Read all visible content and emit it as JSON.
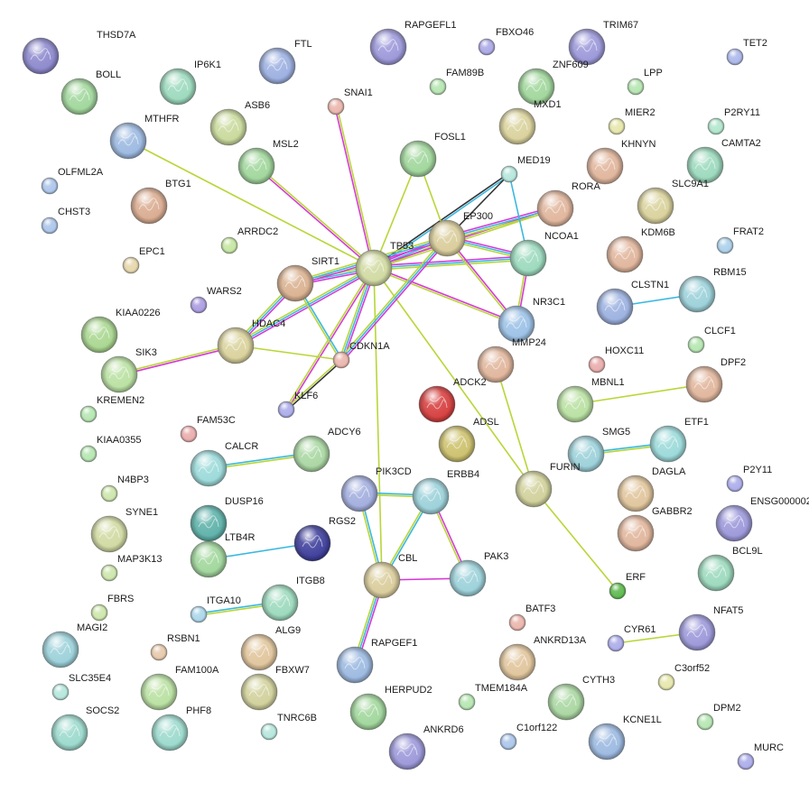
{
  "nodes": [
    {
      "id": "THSD7A",
      "label": "THSD7A",
      "color": "#8a86cc",
      "size": "large"
    },
    {
      "id": "BOLL",
      "label": "BOLL",
      "color": "#9fd69a",
      "size": "large"
    },
    {
      "id": "IP6K1",
      "label": "IP6K1",
      "color": "#9ad9bc",
      "size": "large"
    },
    {
      "id": "FTL",
      "label": "FTL",
      "color": "#9aaee0",
      "size": "large"
    },
    {
      "id": "RAPGEFL1",
      "label": "RAPGEFL1",
      "color": "#9a96d9",
      "size": "large"
    },
    {
      "id": "FBXO46",
      "label": "FBXO46",
      "color": "#aaa6e6",
      "size": "small"
    },
    {
      "id": "TRIM67",
      "label": "TRIM67",
      "color": "#9a96d9",
      "size": "large"
    },
    {
      "id": "TET2",
      "label": "TET2",
      "color": "#aab6ea",
      "size": "small"
    },
    {
      "id": "FAM89B",
      "label": "FAM89B",
      "color": "#b4e6b0",
      "size": "small"
    },
    {
      "id": "ZNF609",
      "label": "ZNF609",
      "color": "#9fd69a",
      "size": "large"
    },
    {
      "id": "LPP",
      "label": "LPP",
      "color": "#b4e6b0",
      "size": "small"
    },
    {
      "id": "SNAI1",
      "label": "SNAI1",
      "color": "#eab4aa",
      "size": "small"
    },
    {
      "id": "ASB6",
      "label": "ASB6",
      "color": "#c8d99a",
      "size": "large"
    },
    {
      "id": "MTHFR",
      "label": "MTHFR",
      "color": "#9ab8e0",
      "size": "large"
    },
    {
      "id": "MXD1",
      "label": "MXD1",
      "color": "#d9d19a",
      "size": "large"
    },
    {
      "id": "MIER2",
      "label": "MIER2",
      "color": "#e6e6aa",
      "size": "small"
    },
    {
      "id": "P2RY11",
      "label": "P2RY11",
      "color": "#b0e6cc",
      "size": "small"
    },
    {
      "id": "MSL2",
      "label": "MSL2",
      "color": "#9fd69a",
      "size": "large"
    },
    {
      "id": "FOSL1",
      "label": "FOSL1",
      "color": "#9fd69a",
      "size": "large"
    },
    {
      "id": "KHNYN",
      "label": "KHNYN",
      "color": "#e0b49a",
      "size": "large"
    },
    {
      "id": "CAMTA2",
      "label": "CAMTA2",
      "color": "#9ad9bc",
      "size": "large"
    },
    {
      "id": "OLFML2A",
      "label": "OLFML2A",
      "color": "#aac4ea",
      "size": "small"
    },
    {
      "id": "MED19",
      "label": "MED19",
      "color": "#b4e6dc",
      "size": "small"
    },
    {
      "id": "BTG1",
      "label": "BTG1",
      "color": "#d9aa8e",
      "size": "large"
    },
    {
      "id": "SLC9A1",
      "label": "SLC9A1",
      "color": "#d9d19a",
      "size": "large"
    },
    {
      "id": "RORA",
      "label": "RORA",
      "color": "#e0b49a",
      "size": "large"
    },
    {
      "id": "EP300",
      "label": "EP300",
      "color": "#d9cc9a",
      "size": "large"
    },
    {
      "id": "CHST3",
      "label": "CHST3",
      "color": "#aac4ea",
      "size": "small"
    },
    {
      "id": "ARRDC2",
      "label": "ARRDC2",
      "color": "#c4e6a0",
      "size": "small"
    },
    {
      "id": "KDM6B",
      "label": "KDM6B",
      "color": "#e0b49a",
      "size": "large"
    },
    {
      "id": "FRAT2",
      "label": "FRAT2",
      "color": "#aad0ea",
      "size": "small"
    },
    {
      "id": "TP53",
      "label": "TP53",
      "color": "#d0d9a0",
      "size": "large"
    },
    {
      "id": "NCOA1",
      "label": "NCOA1",
      "color": "#9ad9bc",
      "size": "large"
    },
    {
      "id": "EPC1",
      "label": "EPC1",
      "color": "#e6d6aa",
      "size": "small"
    },
    {
      "id": "SIRT1",
      "label": "SIRT1",
      "color": "#d9b08e",
      "size": "large"
    },
    {
      "id": "RBM15",
      "label": "RBM15",
      "color": "#9ad0d9",
      "size": "large"
    },
    {
      "id": "WARS2",
      "label": "WARS2",
      "color": "#a99ae0",
      "size": "small"
    },
    {
      "id": "CLSTN1",
      "label": "CLSTN1",
      "color": "#9ab0e0",
      "size": "large"
    },
    {
      "id": "NR3C1",
      "label": "NR3C1",
      "color": "#9ac0e6",
      "size": "large"
    },
    {
      "id": "KIAA0226",
      "label": "KIAA0226",
      "color": "#a8d68e",
      "size": "large"
    },
    {
      "id": "HDAC4",
      "label": "HDAC4",
      "color": "#d9d19a",
      "size": "large"
    },
    {
      "id": "CDKN1A",
      "label": "CDKN1A",
      "color": "#eab4aa",
      "size": "small"
    },
    {
      "id": "MMP24",
      "label": "MMP24",
      "color": "#e0b49a",
      "size": "large"
    },
    {
      "id": "CLCF1",
      "label": "CLCF1",
      "color": "#b4e6b0",
      "size": "small"
    },
    {
      "id": "SIK3",
      "label": "SIK3",
      "color": "#b8e0a0",
      "size": "large"
    },
    {
      "id": "HOXC11",
      "label": "HOXC11",
      "color": "#eaaaaa",
      "size": "small"
    },
    {
      "id": "DPF2",
      "label": "DPF2",
      "color": "#e0b49a",
      "size": "large"
    },
    {
      "id": "ADCK2",
      "label": "ADCK2",
      "color": "#d63a3a",
      "size": "large"
    },
    {
      "id": "KLF6",
      "label": "KLF6",
      "color": "#aaaaea",
      "size": "small"
    },
    {
      "id": "MBNL1",
      "label": "MBNL1",
      "color": "#b8e0a0",
      "size": "large"
    },
    {
      "id": "KREMEN2",
      "label": "KREMEN2",
      "color": "#b4e6b0",
      "size": "small"
    },
    {
      "id": "FAM53C",
      "label": "FAM53C",
      "color": "#eaaaaa",
      "size": "small"
    },
    {
      "id": "ADSL",
      "label": "ADSL",
      "color": "#ccc06a",
      "size": "large"
    },
    {
      "id": "ETF1",
      "label": "ETF1",
      "color": "#9ad9d9",
      "size": "large"
    },
    {
      "id": "KIAA0355",
      "label": "KIAA0355",
      "color": "#b4e6b0",
      "size": "small"
    },
    {
      "id": "ADCY6",
      "label": "ADCY6",
      "color": "#a8d6a0",
      "size": "large"
    },
    {
      "id": "SMG5",
      "label": "SMG5",
      "color": "#9ad0d9",
      "size": "large"
    },
    {
      "id": "CALCR",
      "label": "CALCR",
      "color": "#9ad9d9",
      "size": "large"
    },
    {
      "id": "DAGLA",
      "label": "DAGLA",
      "color": "#e0c49a",
      "size": "large"
    },
    {
      "id": "P2Y11",
      "label": "P2Y11",
      "color": "#aaaaea",
      "size": "small"
    },
    {
      "id": "PIK3CD",
      "label": "PIK3CD",
      "color": "#a0acdd",
      "size": "large"
    },
    {
      "id": "ERBB4",
      "label": "ERBB4",
      "color": "#9ad0d9",
      "size": "large"
    },
    {
      "id": "FURIN",
      "label": "FURIN",
      "color": "#d0d09a",
      "size": "large"
    },
    {
      "id": "N4BP3",
      "label": "N4BP3",
      "color": "#cce6aa",
      "size": "small"
    },
    {
      "id": "DUSP16",
      "label": "DUSP16",
      "color": "#5ab0a8",
      "size": "large"
    },
    {
      "id": "ENSG00000",
      "label": "ENSG000002",
      "color": "#9a96d9",
      "size": "large"
    },
    {
      "id": "SYNE1",
      "label": "SYNE1",
      "color": "#d0d9a0",
      "size": "large"
    },
    {
      "id": "RGS2",
      "label": "RGS2",
      "color": "#3a3a9a",
      "size": "large"
    },
    {
      "id": "GABBR2",
      "label": "GABBR2",
      "color": "#e0b49a",
      "size": "large"
    },
    {
      "id": "LTB4R",
      "label": "LTB4R",
      "color": "#9fd69a",
      "size": "large"
    },
    {
      "id": "BCL9L",
      "label": "BCL9L",
      "color": "#9ad9bc",
      "size": "large"
    },
    {
      "id": "MAP3K13",
      "label": "MAP3K13",
      "color": "#cce6aa",
      "size": "small"
    },
    {
      "id": "PAK3",
      "label": "PAK3",
      "color": "#9ad0d9",
      "size": "large"
    },
    {
      "id": "ERF",
      "label": "ERF",
      "color": "#5ab84a",
      "size": "small"
    },
    {
      "id": "CBL",
      "label": "CBL",
      "color": "#d9cc9a",
      "size": "large"
    },
    {
      "id": "ITGB8",
      "label": "ITGB8",
      "color": "#9ad9bc",
      "size": "large"
    },
    {
      "id": "FBRS",
      "label": "FBRS",
      "color": "#cce6aa",
      "size": "small"
    },
    {
      "id": "ITGA10",
      "label": "ITGA10",
      "color": "#aad6ea",
      "size": "small"
    },
    {
      "id": "BATF3",
      "label": "BATF3",
      "color": "#eab4aa",
      "size": "small"
    },
    {
      "id": "CYR61",
      "label": "CYR61",
      "color": "#aaaaea",
      "size": "small"
    },
    {
      "id": "NFAT5",
      "label": "NFAT5",
      "color": "#9a96d9",
      "size": "large"
    },
    {
      "id": "MAGI2",
      "label": "MAGI2",
      "color": "#9ad0d9",
      "size": "large"
    },
    {
      "id": "RSBN1",
      "label": "RSBN1",
      "color": "#e6c8aa",
      "size": "small"
    },
    {
      "id": "ALG9",
      "label": "ALG9",
      "color": "#e0c49a",
      "size": "large"
    },
    {
      "id": "RAPGEF1",
      "label": "RAPGEF1",
      "color": "#9ab8e0",
      "size": "large"
    },
    {
      "id": "ANKRD13A",
      "label": "ANKRD13A",
      "color": "#e0c49a",
      "size": "large"
    },
    {
      "id": "C3orf52",
      "label": "C3orf52",
      "color": "#e6e6aa",
      "size": "small"
    },
    {
      "id": "FAM100A",
      "label": "FAM100A",
      "color": "#b8e0a0",
      "size": "large"
    },
    {
      "id": "FBXW7",
      "label": "FBXW7",
      "color": "#d0d09a",
      "size": "large"
    },
    {
      "id": "SLC35E4",
      "label": "SLC35E4",
      "color": "#b4e6dc",
      "size": "small"
    },
    {
      "id": "HERPUD2",
      "label": "HERPUD2",
      "color": "#9fd69a",
      "size": "large"
    },
    {
      "id": "TMEM184A",
      "label": "TMEM184A",
      "color": "#b4e6b0",
      "size": "small"
    },
    {
      "id": "CYTH3",
      "label": "CYTH3",
      "color": "#a8d6a0",
      "size": "large"
    },
    {
      "id": "DPM2",
      "label": "DPM2",
      "color": "#b4e6b0",
      "size": "small"
    },
    {
      "id": "SOCS2",
      "label": "SOCS2",
      "color": "#9ad9cc",
      "size": "large"
    },
    {
      "id": "PHF8",
      "label": "PHF8",
      "color": "#9ad9cc",
      "size": "large"
    },
    {
      "id": "TNRC6B",
      "label": "TNRC6B",
      "color": "#b4e6dc",
      "size": "small"
    },
    {
      "id": "ANKRD6",
      "label": "ANKRD6",
      "color": "#9a96d9",
      "size": "large"
    },
    {
      "id": "C1orf122",
      "label": "C1orf122",
      "color": "#aac4ea",
      "size": "small"
    },
    {
      "id": "KCNE1L",
      "label": "KCNE1L",
      "color": "#9ab8e0",
      "size": "large"
    },
    {
      "id": "MURC",
      "label": "MURC",
      "color": "#aaaaea",
      "size": "small"
    }
  ],
  "edge_colors": {
    "experiments": "#d63ad6",
    "databases": "#3ab8e0",
    "textmining": "#b8d638",
    "coexpression": "#333333"
  },
  "edges": [
    {
      "a": "TP53",
      "b": "MTHFR",
      "types": [
        "textmining"
      ]
    },
    {
      "a": "TP53",
      "b": "SNAI1",
      "types": [
        "experiments",
        "textmining"
      ]
    },
    {
      "a": "TP53",
      "b": "MSL2",
      "types": [
        "experiments",
        "textmining"
      ]
    },
    {
      "a": "TP53",
      "b": "FOSL1",
      "types": [
        "textmining"
      ]
    },
    {
      "a": "TP53",
      "b": "EP300",
      "types": [
        "experiments",
        "databases",
        "textmining"
      ]
    },
    {
      "a": "TP53",
      "b": "MED19",
      "types": [
        "coexpression",
        "databases"
      ]
    },
    {
      "a": "TP53",
      "b": "RORA",
      "types": [
        "experiments",
        "textmining"
      ]
    },
    {
      "a": "TP53",
      "b": "NCOA1",
      "types": [
        "experiments",
        "databases",
        "textmining"
      ]
    },
    {
      "a": "TP53",
      "b": "NR3C1",
      "types": [
        "experiments",
        "textmining"
      ]
    },
    {
      "a": "TP53",
      "b": "SIRT1",
      "types": [
        "experiments",
        "databases",
        "textmining"
      ]
    },
    {
      "a": "TP53",
      "b": "HDAC4",
      "types": [
        "experiments",
        "databases",
        "textmining"
      ]
    },
    {
      "a": "TP53",
      "b": "CDKN1A",
      "types": [
        "experiments",
        "databases",
        "textmining"
      ]
    },
    {
      "a": "TP53",
      "b": "KLF6",
      "types": [
        "experiments",
        "textmining"
      ]
    },
    {
      "a": "TP53",
      "b": "FURIN",
      "types": [
        "textmining"
      ]
    },
    {
      "a": "TP53",
      "b": "CBL",
      "types": [
        "textmining"
      ]
    },
    {
      "a": "EP300",
      "b": "SIRT1",
      "types": [
        "experiments",
        "databases",
        "textmining"
      ]
    },
    {
      "a": "EP300",
      "b": "NCOA1",
      "types": [
        "experiments",
        "databases",
        "textmining"
      ]
    },
    {
      "a": "EP300",
      "b": "RORA",
      "types": [
        "experiments",
        "databases",
        "textmining"
      ]
    },
    {
      "a": "EP300",
      "b": "NR3C1",
      "types": [
        "experiments",
        "textmining"
      ]
    },
    {
      "a": "EP300",
      "b": "CDKN1A",
      "types": [
        "experiments",
        "databases",
        "textmining"
      ]
    },
    {
      "a": "EP300",
      "b": "FOSL1",
      "types": [
        "textmining"
      ]
    },
    {
      "a": "EP300",
      "b": "MED19",
      "types": [
        "coexpression"
      ]
    },
    {
      "a": "MED19",
      "b": "NCOA1",
      "types": [
        "databases"
      ]
    },
    {
      "a": "NCOA1",
      "b": "NR3C1",
      "types": [
        "experiments",
        "textmining"
      ]
    },
    {
      "a": "SIRT1",
      "b": "HDAC4",
      "types": [
        "experiments",
        "databases",
        "textmining"
      ]
    },
    {
      "a": "SIRT1",
      "b": "CDKN1A",
      "types": [
        "databases",
        "textmining"
      ]
    },
    {
      "a": "HDAC4",
      "b": "CDKN1A",
      "types": [
        "textmining"
      ]
    },
    {
      "a": "HDAC4",
      "b": "SIK3",
      "types": [
        "experiments",
        "textmining"
      ]
    },
    {
      "a": "CDKN1A",
      "b": "KLF6",
      "types": [
        "coexpression",
        "textmining"
      ]
    },
    {
      "a": "MMP24",
      "b": "FURIN",
      "types": [
        "textmining"
      ]
    },
    {
      "a": "FURIN",
      "b": "ERF",
      "types": [
        "textmining"
      ]
    },
    {
      "a": "CLSTN1",
      "b": "RBM15",
      "types": [
        "databases"
      ]
    },
    {
      "a": "MBNL1",
      "b": "DPF2",
      "types": [
        "textmining"
      ]
    },
    {
      "a": "SMG5",
      "b": "ETF1",
      "types": [
        "databases",
        "textmining"
      ]
    },
    {
      "a": "CALCR",
      "b": "ADCY6",
      "types": [
        "databases",
        "textmining"
      ]
    },
    {
      "a": "LTB4R",
      "b": "RGS2",
      "types": [
        "databases"
      ]
    },
    {
      "a": "ITGA10",
      "b": "ITGB8",
      "types": [
        "databases",
        "textmining"
      ]
    },
    {
      "a": "PIK3CD",
      "b": "ERBB4",
      "types": [
        "databases",
        "textmining"
      ]
    },
    {
      "a": "PIK3CD",
      "b": "CBL",
      "types": [
        "databases",
        "textmining"
      ]
    },
    {
      "a": "ERBB4",
      "b": "CBL",
      "types": [
        "databases",
        "textmining"
      ]
    },
    {
      "a": "ERBB4",
      "b": "PAK3",
      "types": [
        "experiments",
        "textmining"
      ]
    },
    {
      "a": "CBL",
      "b": "PAK3",
      "types": [
        "experiments"
      ]
    },
    {
      "a": "CBL",
      "b": "RAPGEF1",
      "types": [
        "experiments",
        "databases",
        "textmining"
      ]
    },
    {
      "a": "CYR61",
      "b": "NFAT5",
      "types": [
        "textmining"
      ]
    }
  ]
}
